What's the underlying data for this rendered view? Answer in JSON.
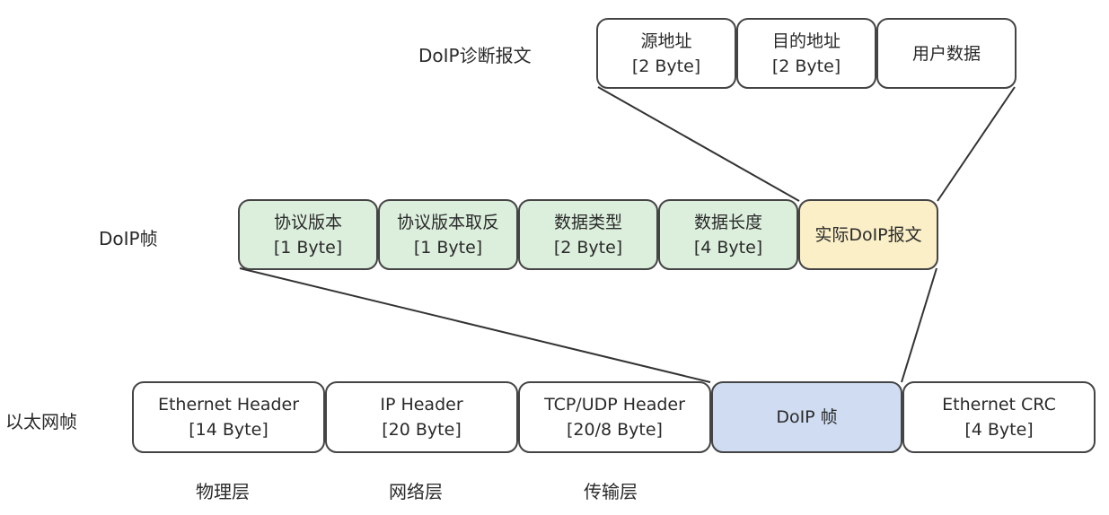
{
  "labels": {
    "diag_message": "DoIP诊断报文",
    "doip_frame": "DoIP帧",
    "ethernet_frame": "以太网帧"
  },
  "diag_message_fields": [
    {
      "name": "源地址",
      "size": "[2 Byte]"
    },
    {
      "name": "目的地址",
      "size": "[2 Byte]"
    },
    {
      "name": "用户数据",
      "size": ""
    }
  ],
  "doip_frame_fields": [
    {
      "name": "协议版本",
      "size": "[1 Byte]"
    },
    {
      "name": "协议版本取反",
      "size": "[1 Byte]"
    },
    {
      "name": "数据类型",
      "size": "[2 Byte]"
    },
    {
      "name": "数据长度",
      "size": "[4 Byte]"
    },
    {
      "name": "实际DoIP报文",
      "size": ""
    }
  ],
  "ethernet_frame_fields": [
    {
      "name": "Ethernet Header",
      "size": "[14 Byte]"
    },
    {
      "name": "IP Header",
      "size": "[20 Byte]"
    },
    {
      "name": "TCP/UDP Header",
      "size": "[20/8 Byte]"
    },
    {
      "name": "DoIP 帧",
      "size": ""
    },
    {
      "name": "Ethernet CRC",
      "size": "[4 Byte]"
    }
  ],
  "layers": [
    "物理层",
    "网络层",
    "传输层"
  ],
  "colors": {
    "header_fill": "#dcefdd",
    "payload_fill": "#fbefc7",
    "doip_frame_fill": "#cfdcf1",
    "border": "#444444",
    "line": "#333333"
  }
}
